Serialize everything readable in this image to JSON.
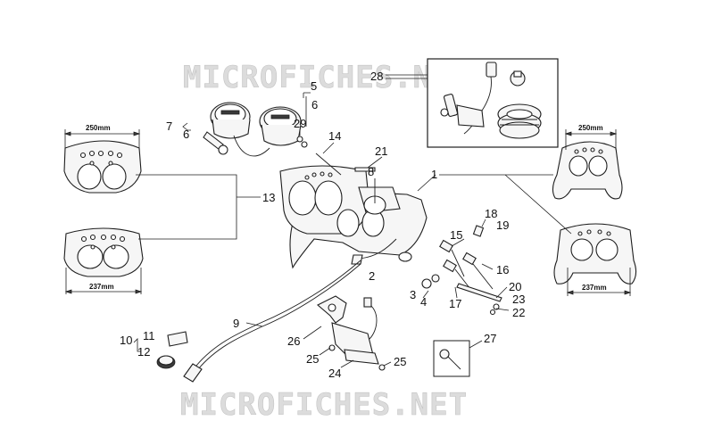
{
  "watermark": {
    "top": "MICROFICHES.NET",
    "bottom": "MICROFICHES.NET"
  },
  "dimensions": {
    "left_top": "250mm",
    "left_bottom": "237mm",
    "right_top": "250mm",
    "right_bottom": "237mm"
  },
  "callouts": {
    "c1": "1",
    "c2": "2",
    "c3": "3",
    "c4": "4",
    "c5": "5",
    "c6a": "6",
    "c6b": "6",
    "c7": "7",
    "c8": "8",
    "c9": "9",
    "c10": "10",
    "c11": "11",
    "c12": "12",
    "c13": "13",
    "c14": "14",
    "c15": "15",
    "c16": "16",
    "c17": "17",
    "c18": "18",
    "c19": "19",
    "c20": "20",
    "c21": "21",
    "c22": "22",
    "c23": "23",
    "c24": "24",
    "c25a": "25",
    "c25b": "25",
    "c26": "26",
    "c27": "27",
    "c28": "28",
    "c29": "29"
  },
  "colors": {
    "line": "#1e1e1e",
    "watermark": "#dcdcdc",
    "background": "#ffffff"
  }
}
